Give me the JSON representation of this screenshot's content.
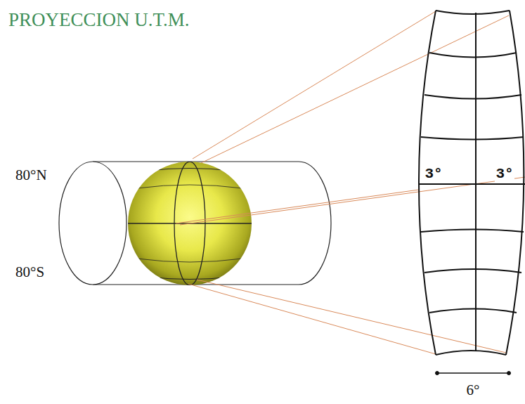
{
  "diagram": {
    "title": "PROYECCION U.T.M.",
    "labels": [
      "80°N",
      "80°S",
      "3°",
      "3°",
      "6°"
    ]
  }
}
